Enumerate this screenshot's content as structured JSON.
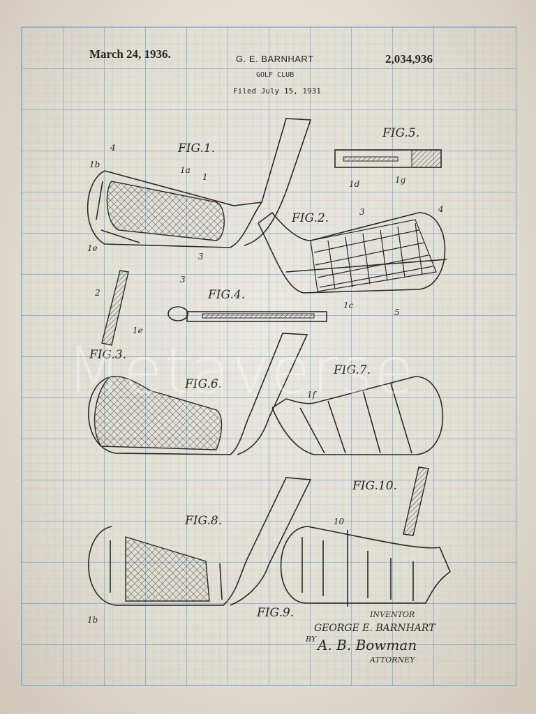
{
  "header": {
    "date": "March 24, 1936.",
    "inventor_header": "G. E. BARNHART",
    "patent_number": "2,034,936",
    "title": "GOLF CLUB",
    "filed": "Filed July 15, 1931"
  },
  "figures": {
    "fig1": "FIG.1.",
    "fig2": "FIG.2.",
    "fig3": "FIG.3.",
    "fig4": "FIG.4.",
    "fig5": "FIG.5.",
    "fig6": "FIG.6.",
    "fig7": "FIG.7.",
    "fig8": "FIG.8.",
    "fig9": "FIG.9.",
    "fig10": "FIG.10."
  },
  "refs": {
    "r4": "4",
    "r1b": "1b",
    "r1a": "1a",
    "r1": "1",
    "r1e": "1e",
    "r3": "3",
    "r1d": "1d",
    "r1g": "1g",
    "r2": "2",
    "r1c": "1c",
    "r5": "5",
    "r1f": "1f",
    "r10": "10"
  },
  "signature": {
    "inventor_label": "INVENTOR",
    "inventor_name": "GEORGE E. BARNHART",
    "by": "BY",
    "attorney_signature": "A. B. Bowman",
    "attorney_label": "ATTORNEY"
  },
  "watermark": "Metaverse",
  "colors": {
    "paper": "#e8e4da",
    "grid": "#6ea0c8",
    "ink": "#2b2825"
  }
}
